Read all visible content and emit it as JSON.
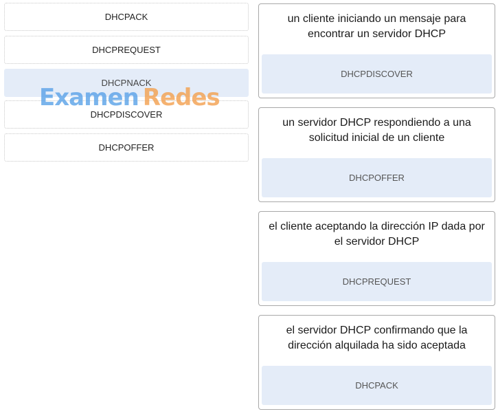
{
  "options": [
    {
      "label": "DHCPACK",
      "used": false
    },
    {
      "label": "DHCPREQUEST",
      "used": false
    },
    {
      "label": "DHCPNACK",
      "used": true
    },
    {
      "label": "DHCPDISCOVER",
      "used": false
    },
    {
      "label": "DHCPOFFER",
      "used": false
    }
  ],
  "watermark": {
    "part1": "Examen",
    "part2": "Redes"
  },
  "cards": [
    {
      "question": "un cliente iniciando un mensaje para encontrar un servidor DHCP",
      "answer": "DHCPDISCOVER"
    },
    {
      "question": "un servidor DHCP respondiendo a una solicitud inicial de un cliente",
      "answer": "DHCPOFFER"
    },
    {
      "question": "el cliente aceptando la dirección IP dada por el servidor DHCP",
      "answer": "DHCPREQUEST"
    },
    {
      "question": "el servidor DHCP confirmando que la dirección alquilada ha sido aceptada",
      "answer": "DHCPACK"
    }
  ],
  "colors": {
    "dropzone": "#e4ecf8",
    "watermark_blue": "#5aa2e8",
    "watermark_orange": "#f3a04e"
  }
}
